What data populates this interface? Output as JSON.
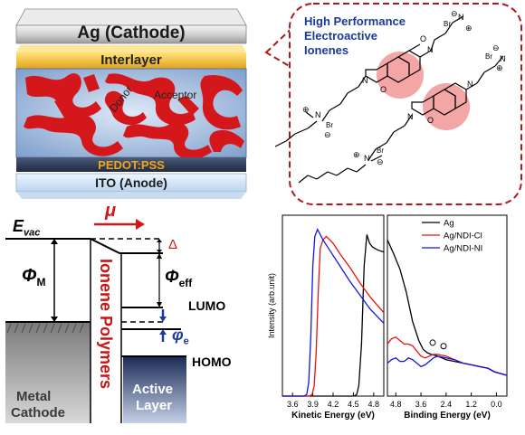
{
  "device": {
    "cathode": "Ag (Cathode)",
    "interlayer": "Interlayer",
    "donor": "Donor",
    "acceptor": "Acceptor",
    "pedot": "PEDOT:PSS",
    "ito": "ITO (Anode)"
  },
  "callout": {
    "title_lines": [
      "High Performance",
      "Electroactive",
      "Ionenes"
    ],
    "atoms": {
      "br": "Br",
      "n": "N",
      "o": "O",
      "plus": "⊕",
      "minus": "⊖"
    }
  },
  "energy": {
    "evac": "E",
    "evac_sub": "vac",
    "mu": "μ",
    "phi_m": "Φ",
    "phi_m_sub": "M",
    "delta": "Δ",
    "phi_eff": "Φ",
    "phi_eff_sub": "eff",
    "lumo": "LUMO",
    "phi_e": "φ",
    "phi_e_sub": "e",
    "homo": "HOMO",
    "polymer": "Ionene Polymers",
    "metal": [
      "Metal",
      "Cathode"
    ],
    "active": [
      "Active",
      "Layer"
    ]
  },
  "chart_data": [
    {
      "type": "line",
      "xlabel": "Kinetic Energy (eV)",
      "ylabel": "Intensity (arb.unit)",
      "xticks": [
        "3.6",
        "3.9",
        "4.2",
        "4.5",
        "4.8"
      ],
      "xlim": [
        3.45,
        4.95
      ],
      "series": [
        {
          "name": "Ag",
          "color": "#000000",
          "x": [
            3.45,
            4.48,
            4.52,
            4.55,
            4.58,
            4.62,
            4.66,
            4.7,
            4.74,
            4.78,
            4.82,
            4.87,
            4.95
          ],
          "y": [
            0,
            0,
            0.002,
            0.01,
            0.06,
            0.3,
            0.75,
            0.93,
            0.88,
            0.86,
            0.85,
            0.84,
            0.83
          ]
        },
        {
          "name": "Ag/NDI-Cl",
          "color": "#e8140c",
          "x": [
            3.45,
            3.85,
            3.89,
            3.92,
            3.95,
            3.98,
            4.01,
            4.05,
            4.1,
            4.2,
            4.3,
            4.45,
            4.6,
            4.75,
            4.95
          ],
          "y": [
            0,
            0,
            0.01,
            0.06,
            0.25,
            0.6,
            0.85,
            0.9,
            0.92,
            0.88,
            0.82,
            0.74,
            0.65,
            0.57,
            0.48
          ]
        },
        {
          "name": "Ag/NDI-NI",
          "color": "#1414e6",
          "x": [
            3.45,
            3.77,
            3.81,
            3.84,
            3.87,
            3.9,
            3.93,
            3.97,
            4.05,
            4.15,
            4.3,
            4.45,
            4.6,
            4.75,
            4.95
          ],
          "y": [
            0,
            0,
            0.01,
            0.08,
            0.35,
            0.75,
            0.92,
            0.96,
            0.9,
            0.84,
            0.75,
            0.66,
            0.58,
            0.5,
            0.42
          ]
        }
      ]
    },
    {
      "type": "line",
      "xlabel": "Binding Energy (eV)",
      "xticks": [
        "4.8",
        "3.6",
        "2.4",
        "1.2",
        "0.0"
      ],
      "xlim": [
        5.2,
        -0.5
      ],
      "series": [
        {
          "name": "Ag",
          "color": "#000000",
          "x": [
            5.2,
            4.9,
            4.6,
            4.3,
            4.0,
            3.7,
            3.5,
            3.3,
            3.1,
            2.8,
            2.4,
            2.0,
            1.6,
            1.2,
            0.8,
            0.4,
            0.1,
            -0.5
          ],
          "y": [
            0.9,
            0.82,
            0.73,
            0.6,
            0.43,
            0.32,
            0.27,
            0.25,
            0.24,
            0.23,
            0.21,
            0.2,
            0.19,
            0.18,
            0.17,
            0.16,
            0.14,
            0.12
          ]
        },
        {
          "name": "Ag/NDI-Cl",
          "color": "#e8140c",
          "x": [
            5.2,
            5.0,
            4.8,
            4.6,
            4.4,
            4.2,
            4.0,
            3.8,
            3.6,
            3.4,
            3.2,
            3.0,
            2.8,
            2.4,
            2.0,
            1.6,
            1.2,
            0.8,
            0.4,
            0.1,
            -0.5
          ],
          "y": [
            0.3,
            0.33,
            0.34,
            0.32,
            0.3,
            0.3,
            0.29,
            0.26,
            0.23,
            0.22,
            0.23,
            0.24,
            0.24,
            0.23,
            0.21,
            0.19,
            0.18,
            0.17,
            0.16,
            0.14,
            0.12
          ]
        },
        {
          "name": "Ag/NDI-NI",
          "color": "#1414e6",
          "x": [
            5.2,
            5.0,
            4.8,
            4.6,
            4.4,
            4.2,
            4.0,
            3.8,
            3.6,
            3.4,
            3.2,
            3.0,
            2.8,
            2.4,
            2.0,
            1.6,
            1.2,
            0.8,
            0.4,
            0.1,
            -0.5
          ],
          "y": [
            0.19,
            0.21,
            0.22,
            0.2,
            0.2,
            0.22,
            0.21,
            0.19,
            0.17,
            0.18,
            0.2,
            0.22,
            0.23,
            0.22,
            0.21,
            0.19,
            0.18,
            0.17,
            0.16,
            0.14,
            0.12
          ]
        }
      ]
    }
  ]
}
